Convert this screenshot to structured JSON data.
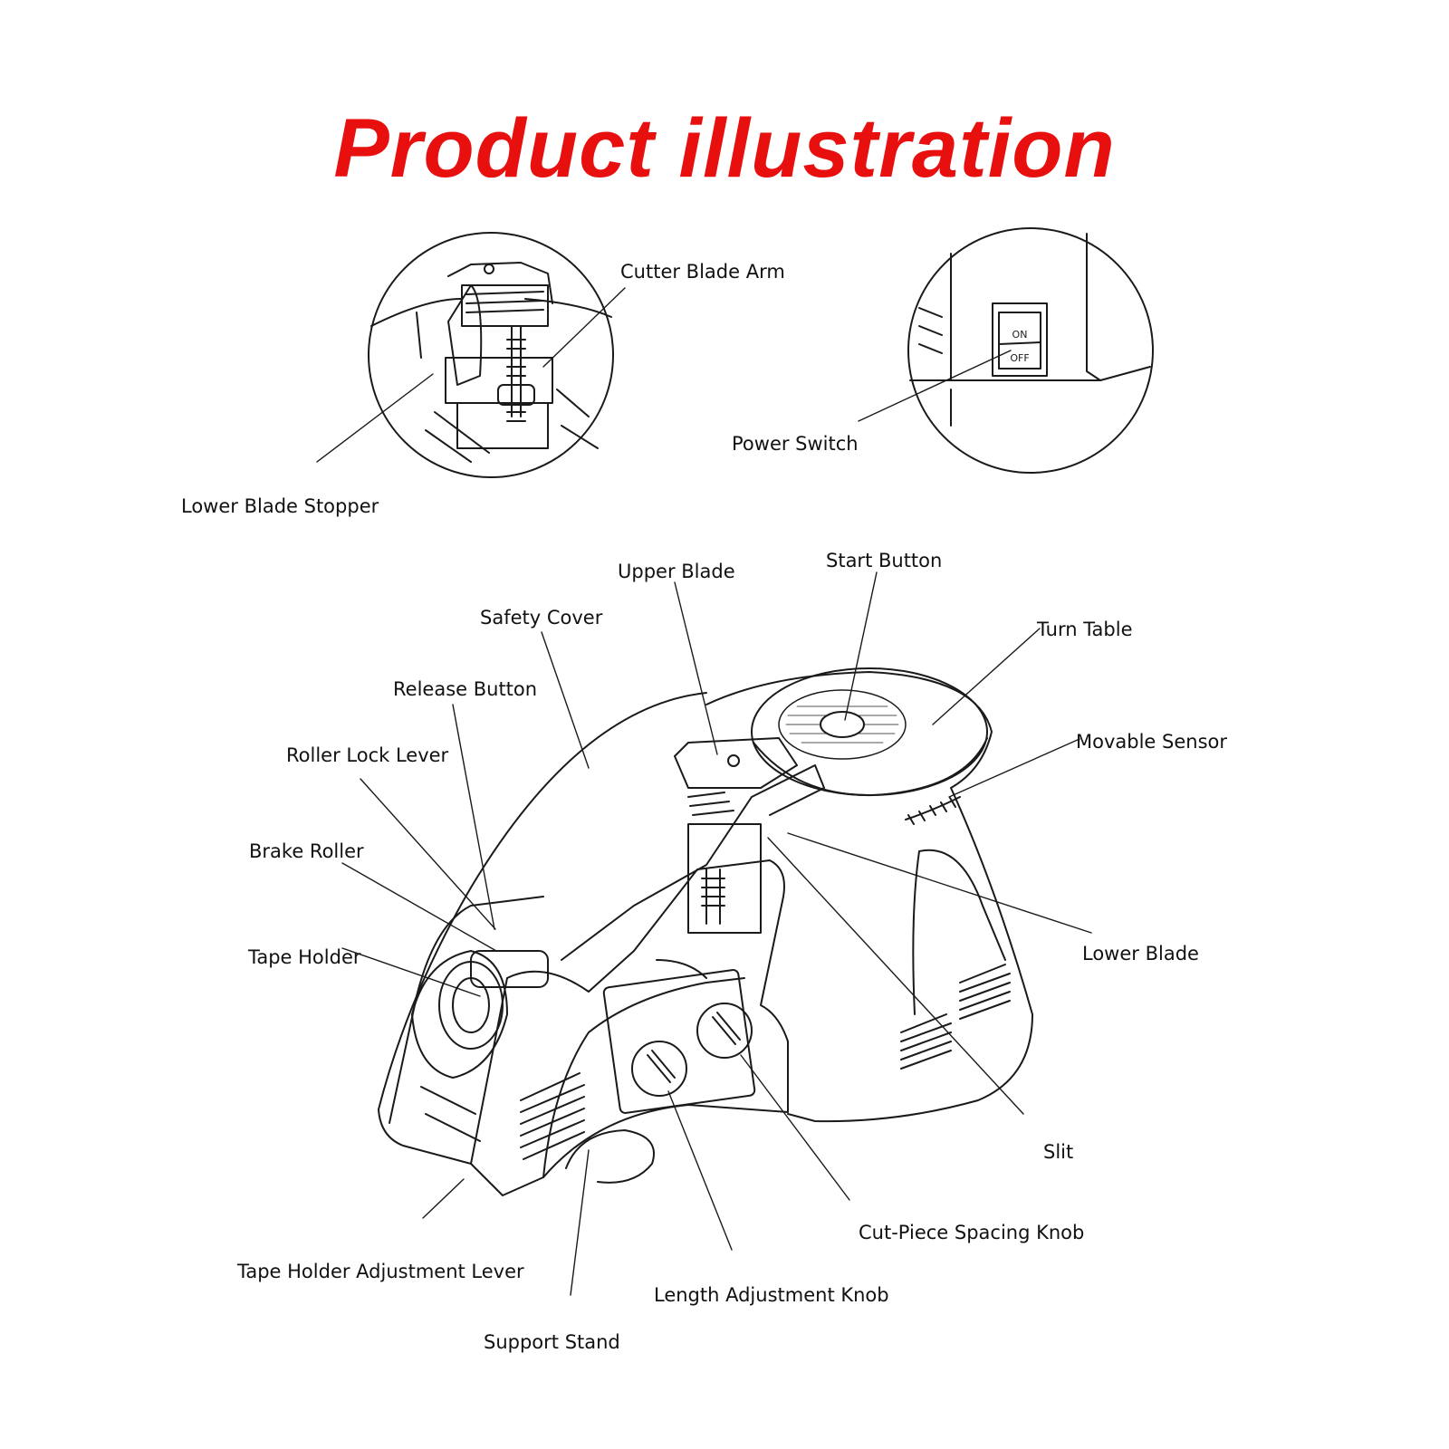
{
  "title": "Product illustration",
  "colors": {
    "title": "#e8100f",
    "line": "#1a1a1a"
  },
  "switch": {
    "on": "ON",
    "off": "OFF"
  },
  "labels": {
    "cutter_blade_arm": "Cutter Blade Arm",
    "lower_blade_stopper": "Lower Blade Stopper",
    "power_switch": "Power Switch",
    "upper_blade": "Upper Blade",
    "start_button": "Start Button",
    "safety_cover": "Safety Cover",
    "turn_table": "Turn Table",
    "release_button": "Release Button",
    "movable_sensor": "Movable Sensor",
    "roller_lock_lever": "Roller Lock Lever",
    "brake_roller": "Brake Roller",
    "tape_holder": "Tape Holder",
    "lower_blade": "Lower Blade",
    "slit": "Slit",
    "cut_piece_spacing_knob": "Cut-Piece Spacing Knob",
    "tape_holder_adjustment_lever": "Tape Holder Adjustment Lever",
    "length_adjustment_knob": "Length Adjustment Knob",
    "support_stand": "Support Stand"
  }
}
